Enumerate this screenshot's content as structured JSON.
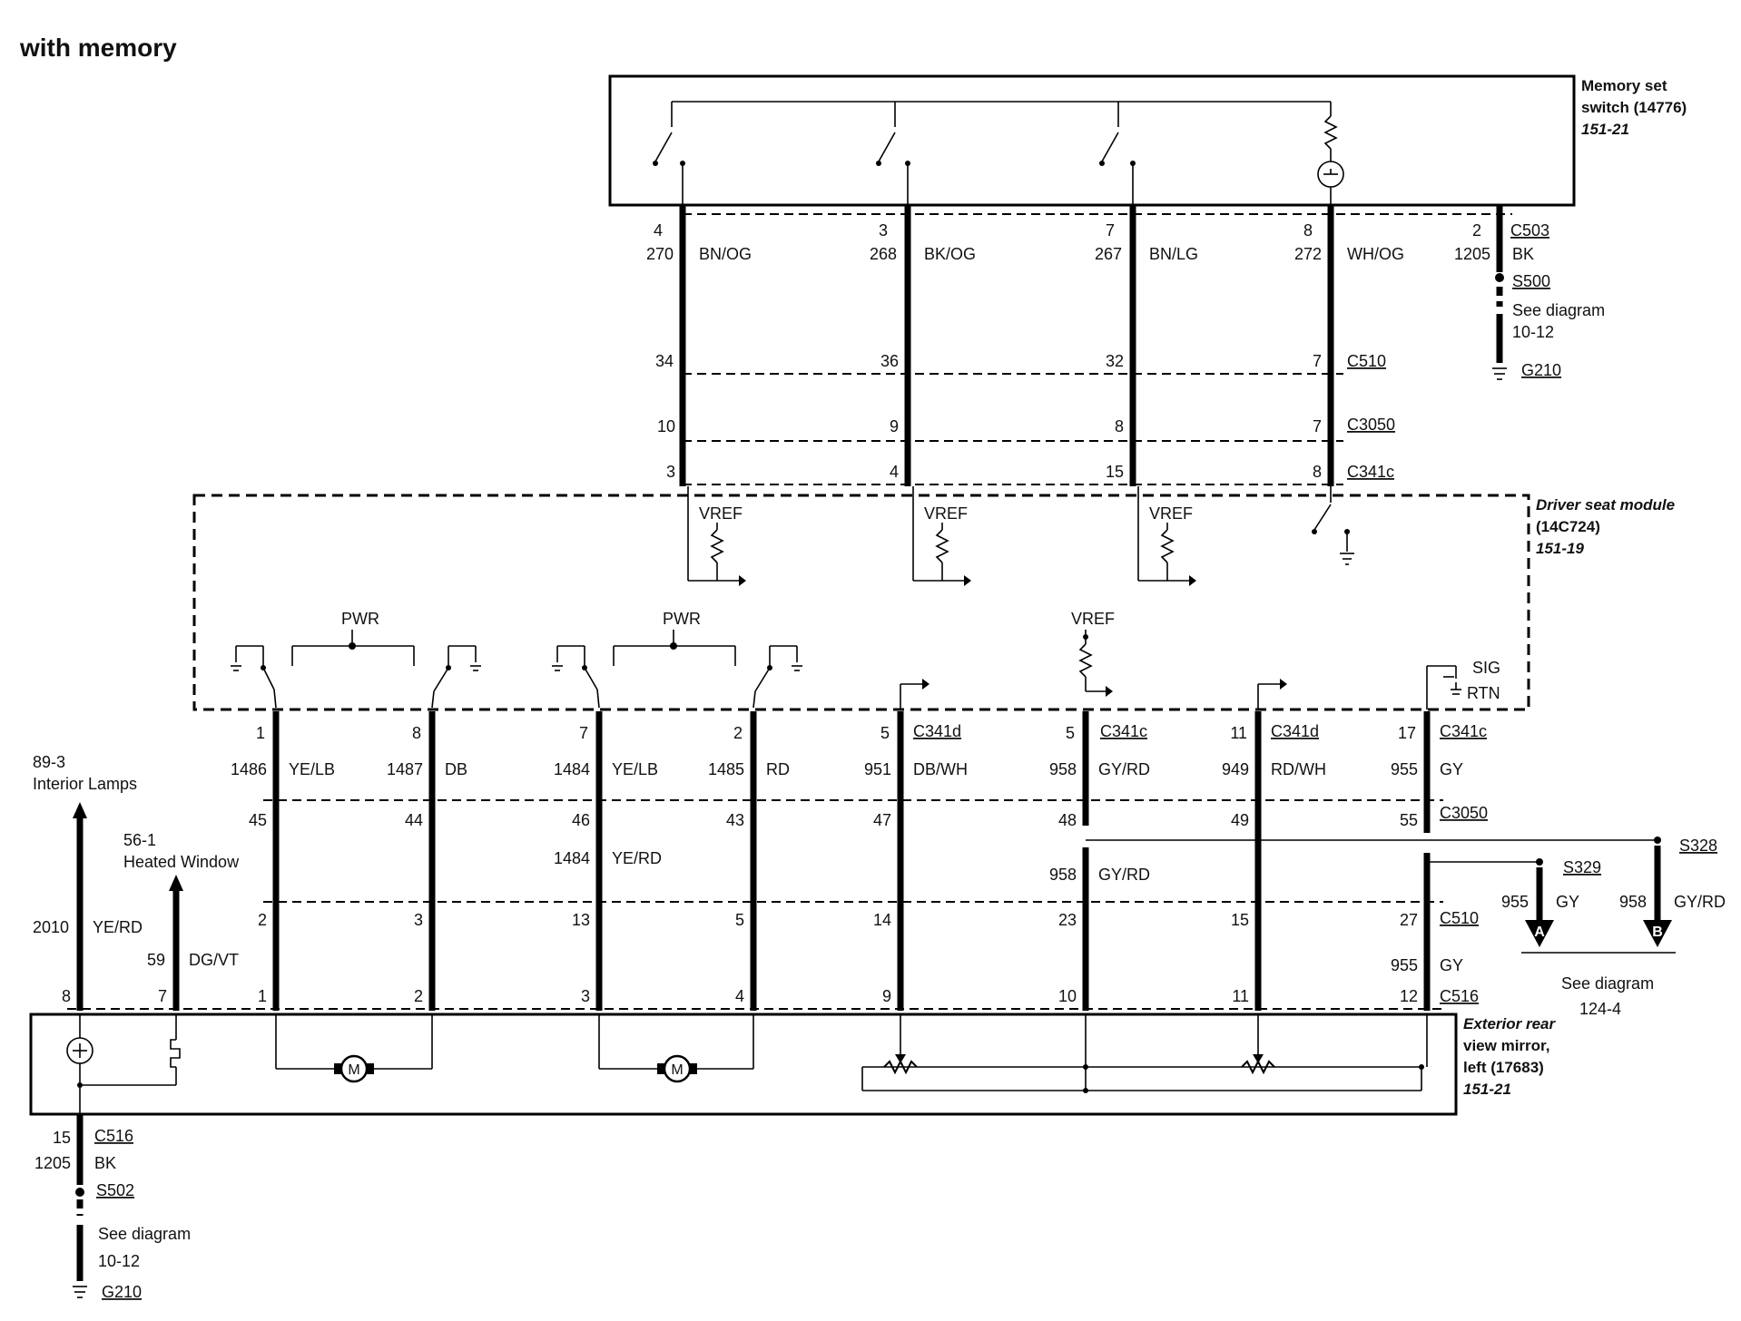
{
  "title": "with memory",
  "memory_switch": {
    "name": "Memory set switch (14776)",
    "name_line1": "Memory set",
    "name_line2": "switch (14776)",
    "ref": "151-21",
    "pins": [
      "4",
      "3",
      "7",
      "8",
      "2"
    ],
    "circuits": [
      "270",
      "268",
      "267",
      "272",
      "1205"
    ],
    "colors": [
      "BN/OG",
      "BK/OG",
      "BN/LG",
      "WH/OG",
      "BK"
    ],
    "connector": "C503",
    "splice": "S500",
    "see_diagram": "See diagram",
    "see_ref": "10-12",
    "ground": "G210"
  },
  "upper_connectors": [
    {
      "name": "C510",
      "pins": [
        "34",
        "36",
        "32",
        "7"
      ]
    },
    {
      "name": "C3050",
      "pins": [
        "10",
        "9",
        "8",
        "7"
      ]
    },
    {
      "name": "C341c",
      "pins": [
        "3",
        "4",
        "15",
        "8"
      ]
    }
  ],
  "driver_module": {
    "name_line1": "Driver seat module",
    "name_line2": "(14C724)",
    "ref": "151-19",
    "vref": "VREF",
    "pwr": "PWR",
    "sig": "SIG",
    "rtn": "RTN"
  },
  "lower_columns": [
    {
      "pin_top": "1",
      "circuit": "1486",
      "color": "YE/LB",
      "c3050": "45",
      "c510": "2",
      "c516": "1"
    },
    {
      "pin_top": "8",
      "circuit": "1487",
      "color": "DB",
      "c3050": "44",
      "c510": "3",
      "c516": "2"
    },
    {
      "pin_top": "7",
      "circuit": "1484",
      "color": "YE/LB",
      "c3050": "46",
      "c510": "13",
      "c516": "3",
      "mid_circuit": "1484",
      "mid_color": "YE/RD"
    },
    {
      "pin_top": "2",
      "circuit": "1485",
      "color": "RD",
      "c3050": "43",
      "c510": "5",
      "c516": "4"
    },
    {
      "pin_top": "5",
      "connector": "C341d",
      "circuit": "951",
      "color": "DB/WH",
      "c3050": "47",
      "c510": "14",
      "c516": "9"
    },
    {
      "pin_top": "5",
      "connector": "C341c",
      "circuit": "958",
      "color": "GY/RD",
      "c3050": "48",
      "c510": "23",
      "c516": "10",
      "mid_circuit": "958",
      "mid_color": "GY/RD"
    },
    {
      "pin_top": "11",
      "connector": "C341d",
      "circuit": "949",
      "color": "RD/WH",
      "c3050": "49",
      "c510": "15",
      "c516": "11"
    },
    {
      "pin_top": "17",
      "connector": "C341c",
      "circuit": "955",
      "color": "GY",
      "c3050": "55",
      "c3050_name": "C3050",
      "c510": "27",
      "c510_name": "C510",
      "c516": "12",
      "c516_name": "C516",
      "mid_circuit": "955",
      "mid_color": "GY"
    }
  ],
  "splices_right": {
    "s328": "S328",
    "s329": "S329",
    "a_circuit": "955",
    "a_color": "GY",
    "b_circuit": "958",
    "b_color": "GY/RD",
    "label_a": "A",
    "label_b": "B",
    "see_diagram": "See diagram",
    "see_ref": "124-4"
  },
  "left_circuits": {
    "interior_ref": "89-3",
    "interior_name": "Interior Lamps",
    "heated_ref": "56-1",
    "heated_name": "Heated Window",
    "lamp_circuit": "2010",
    "lamp_color": "YE/RD",
    "heat_circuit": "59",
    "heat_color": "DG/VT",
    "lamp_pin": "8",
    "heat_pin": "7"
  },
  "mirror": {
    "name_line1": "Exterior rear",
    "name_line2": "view mirror,",
    "name_line3": "left (17683)",
    "ref": "151-21",
    "motor": "M"
  },
  "ground_bottom": {
    "pin": "15",
    "connector": "C516",
    "circuit": "1205",
    "color": "BK",
    "splice": "S502",
    "see_diagram": "See diagram",
    "see_ref": "10-12",
    "ground": "G210"
  }
}
